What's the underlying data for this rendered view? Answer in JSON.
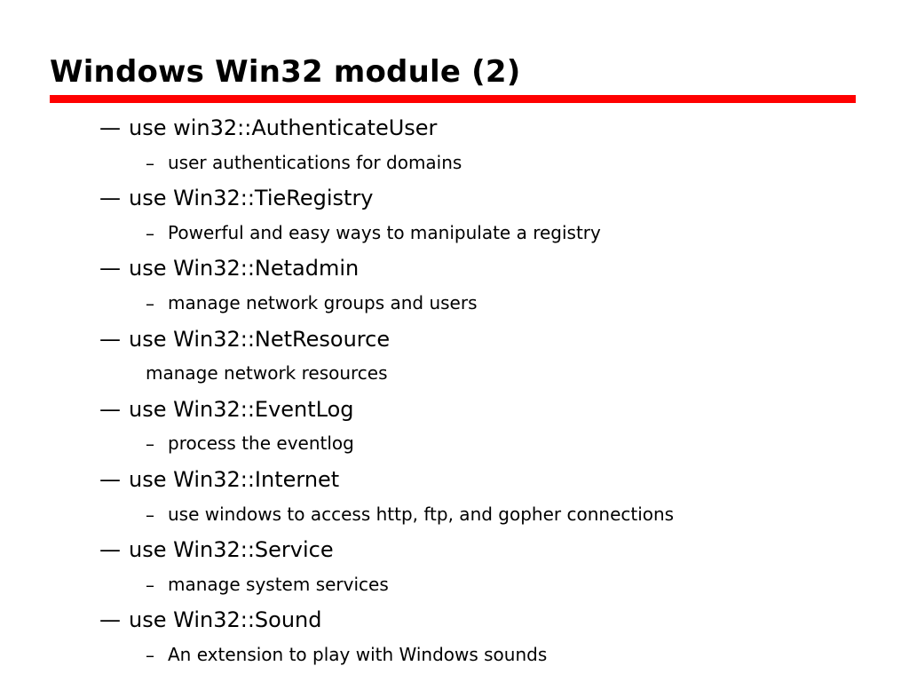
{
  "slide": {
    "title": "Windows Win32 module (2)",
    "accent_color": "#ff0000",
    "level1_marker": "—",
    "level2_marker": "–",
    "items": [
      {
        "label": "use win32::AuthenticateUser",
        "sub": "user authentications for domains",
        "sub_marker": true
      },
      {
        "label": "use Win32::TieRegistry",
        "sub": "Powerful and easy ways to manipulate a registry",
        "sub_marker": true
      },
      {
        "label": "use Win32::Netadmin",
        "sub": "manage network groups and users",
        "sub_marker": true
      },
      {
        "label": "use Win32::NetResource",
        "sub": "manage network resources",
        "sub_marker": false
      },
      {
        "label": "use Win32::EventLog",
        "sub": "process the eventlog",
        "sub_marker": true
      },
      {
        "label": "use Win32::Internet",
        "sub": "use windows to access http, ftp, and gopher connections",
        "sub_marker": true
      },
      {
        "label": "use Win32::Service",
        "sub": "manage system services",
        "sub_marker": true
      },
      {
        "label": "use Win32::Sound",
        "sub": "An extension to play with Windows sounds",
        "sub_marker": true
      }
    ]
  }
}
